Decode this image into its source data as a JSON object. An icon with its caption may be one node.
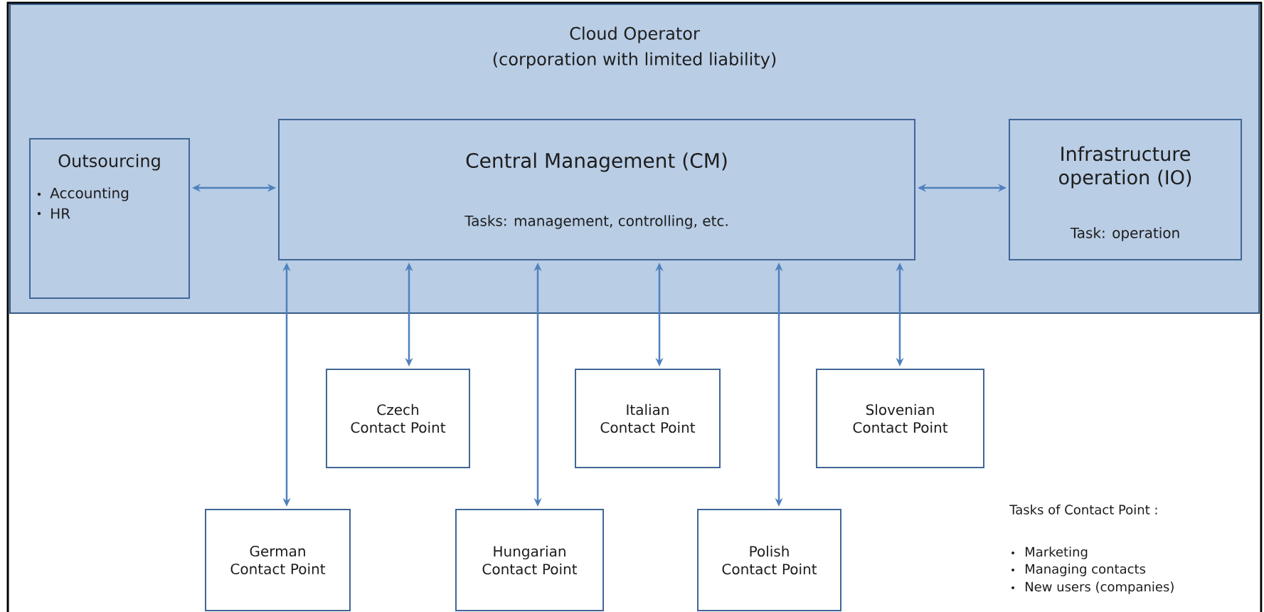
{
  "diagram": {
    "nodes": [
      {
        "text": [
          "Cloud Operator",
          "(corporation with limited liability)"
        ]
      },
      {
        "text": [
          "Outsourcing",
          "Accounting",
          "HR"
        ],
        "in": 0
      },
      {
        "text": [
          "Central Management (CM)",
          "Tasks: management, controlling, etc."
        ],
        "in": 0
      },
      {
        "text": [
          "Infrastructure operation (IO)",
          "Task: operation"
        ],
        "in": 0
      },
      {
        "text": [
          "Czech Contact Point"
        ]
      },
      {
        "text": [
          "Italian Contact Point"
        ]
      },
      {
        "text": [
          "Slovenian Contact Point"
        ]
      },
      {
        "text": [
          "German Contact Point"
        ]
      },
      {
        "text": [
          "Hungarian Contact Point"
        ]
      },
      {
        "text": [
          "Polish Contact Point"
        ]
      }
    ],
    "edges": [
      {
        "from": 1,
        "to": 2,
        "arrow": "both"
      },
      {
        "from": 2,
        "to": 3,
        "arrow": "both"
      },
      {
        "from": 2,
        "to": 7,
        "arrow": "both"
      },
      {
        "from": 2,
        "to": 4,
        "arrow": "both"
      },
      {
        "from": 2,
        "to": 8,
        "arrow": "both"
      },
      {
        "from": 2,
        "to": 5,
        "arrow": "both"
      },
      {
        "from": 2,
        "to": 9,
        "arrow": "both"
      },
      {
        "from": 2,
        "to": 6,
        "arrow": "both"
      }
    ],
    "labels": [
      "Tasks of Contact Point :",
      "Marketing",
      "Managing contacts",
      "New users (companies)"
    ]
  }
}
